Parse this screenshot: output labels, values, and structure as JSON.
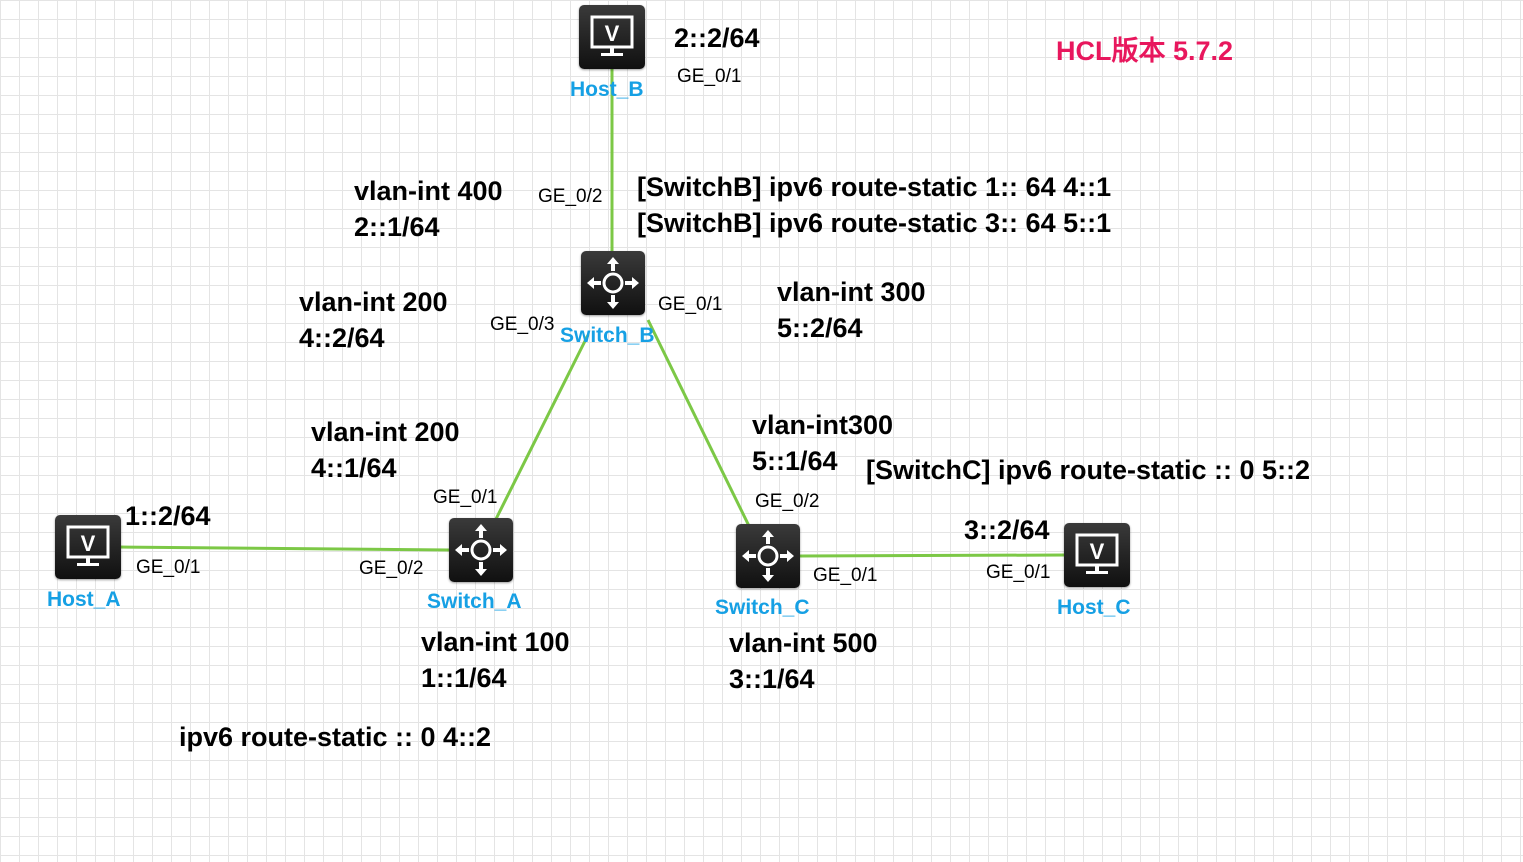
{
  "colors": {
    "link": "#7cc846",
    "device_name": "#16a0e4",
    "version": "#e8175d",
    "grid": "#e4e4e4"
  },
  "version_label": "HCL版本 5.7.2",
  "devices": {
    "host_a": {
      "name": "Host_A",
      "icon": "terminal-icon",
      "ip": "1::2/64",
      "port": "GE_0/1"
    },
    "host_b": {
      "name": "Host_B",
      "icon": "terminal-icon",
      "ip": "2::2/64",
      "port": "GE_0/1"
    },
    "host_c": {
      "name": "Host_C",
      "icon": "terminal-icon",
      "ip": "3::2/64",
      "port": "GE_0/1"
    },
    "switch_a": {
      "name": "Switch_A",
      "icon": "l3-switch-icon",
      "ports": {
        "to_host": "GE_0/2",
        "to_switch_b": "GE_0/1"
      },
      "vlan_100": {
        "vlan": "vlan-int 100",
        "ip": "1::1/64"
      },
      "vlan_200": {
        "vlan": "vlan-int 200",
        "ip": "4::1/64"
      },
      "route": "ipv6 route-static :: 0 4::2"
    },
    "switch_b": {
      "name": "Switch_B",
      "icon": "l3-switch-icon",
      "ports": {
        "to_host": "GE_0/2",
        "to_switch_a": "GE_0/3",
        "to_switch_c": "GE_0/1"
      },
      "vlan_400": {
        "vlan": "vlan-int 400",
        "ip": "2::1/64"
      },
      "vlan_200": {
        "vlan": "vlan-int 200",
        "ip": "4::2/64"
      },
      "vlan_300": {
        "vlan": "vlan-int 300",
        "ip": "5::2/64"
      },
      "routes": [
        "[SwitchB] ipv6 route-static 1:: 64 4::1",
        "[SwitchB] ipv6 route-static 3:: 64 5::1"
      ]
    },
    "switch_c": {
      "name": "Switch_C",
      "icon": "l3-switch-icon",
      "ports": {
        "to_switch_b": "GE_0/2",
        "to_host": "GE_0/1"
      },
      "vlan_300": {
        "vlan": "vlan-int300",
        "ip": "5::1/64"
      },
      "vlan_500": {
        "vlan": "vlan-int 500",
        "ip": "3::1/64"
      },
      "route": "[SwitchC] ipv6 route-static :: 0 5::2"
    }
  }
}
